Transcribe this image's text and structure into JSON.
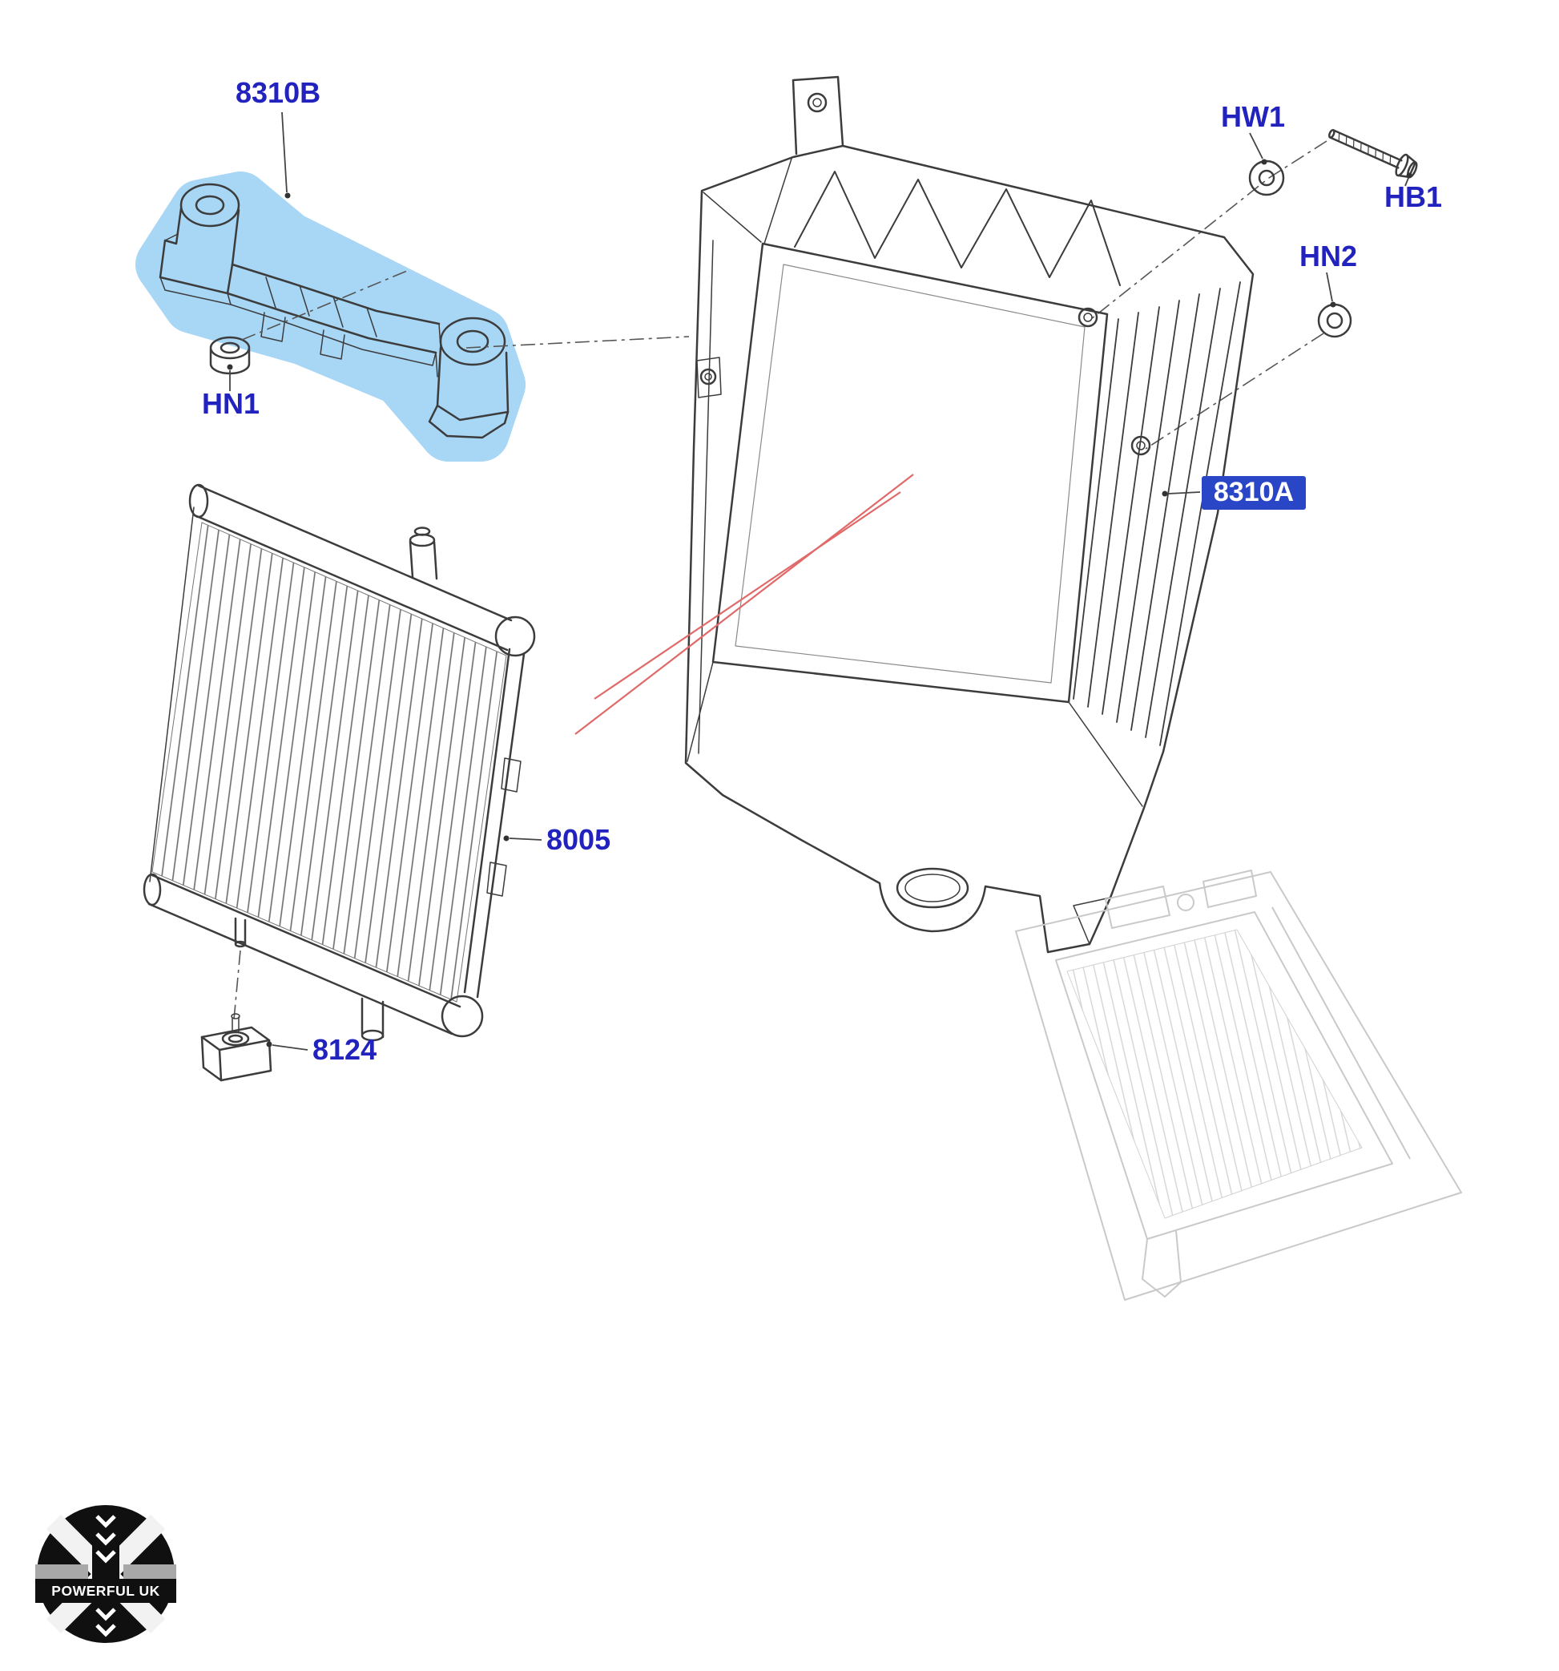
{
  "diagram": {
    "type": "exploded-parts-diagram",
    "subject": "radiator and radiator surround assembly",
    "part_labels": {
      "bracket_top": "8310B",
      "washer_top": "HW1",
      "bolt_top": "HB1",
      "nut_right": "HN2",
      "nut_left": "HN1",
      "surround_selected": "8310A",
      "radiator": "8005",
      "mount_bottom": "8124"
    },
    "colors": {
      "label_text": "#2222bf",
      "highlight_fill": "#a8d6f5",
      "selected_label_bg": "#2946c6",
      "selected_label_text": "#ffffff",
      "line_art": "#3c3c3c",
      "pointer_red": "#e06a6a",
      "ghost_gray": "#c9c9c9"
    },
    "logo": {
      "text": "POWERFUL UK"
    }
  }
}
